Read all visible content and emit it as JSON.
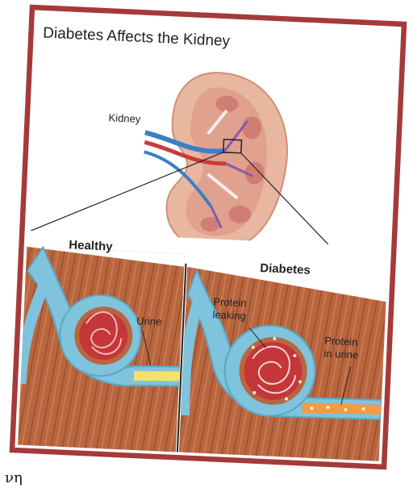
{
  "figure": {
    "title": "Diabetes Affects the Kidney",
    "labels": {
      "kidney": "Kidney",
      "healthy": "Healthy",
      "diabetes": "Diabetes",
      "urine": "Urine",
      "protein_leaking_line1": "Protein",
      "protein_leaking_line2": "leaking",
      "protein_in_urine_line1": "Protein",
      "protein_in_urine_line2": "in urine"
    },
    "colors": {
      "frame_border": "#a43a3a",
      "tissue": "#b8663f",
      "tubule": "#7fc3dc",
      "glomerulus": "#c4363a",
      "urine_healthy": "#f2e36a",
      "urine_diabetes": "#f29a45"
    }
  },
  "corner_text": "νη"
}
